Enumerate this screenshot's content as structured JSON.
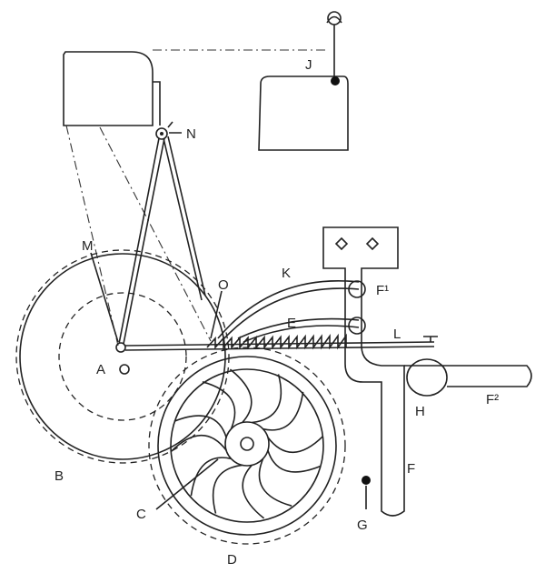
{
  "diagram": {
    "labels": {
      "J": "J",
      "N": "N",
      "M": "M",
      "O": "O",
      "K": "K",
      "F1": "F¹",
      "E": "E",
      "L": "L",
      "A": "A",
      "H": "H",
      "F2": "F²",
      "B": "B",
      "C": "C",
      "D": "D",
      "F": "F",
      "G": "G"
    }
  }
}
